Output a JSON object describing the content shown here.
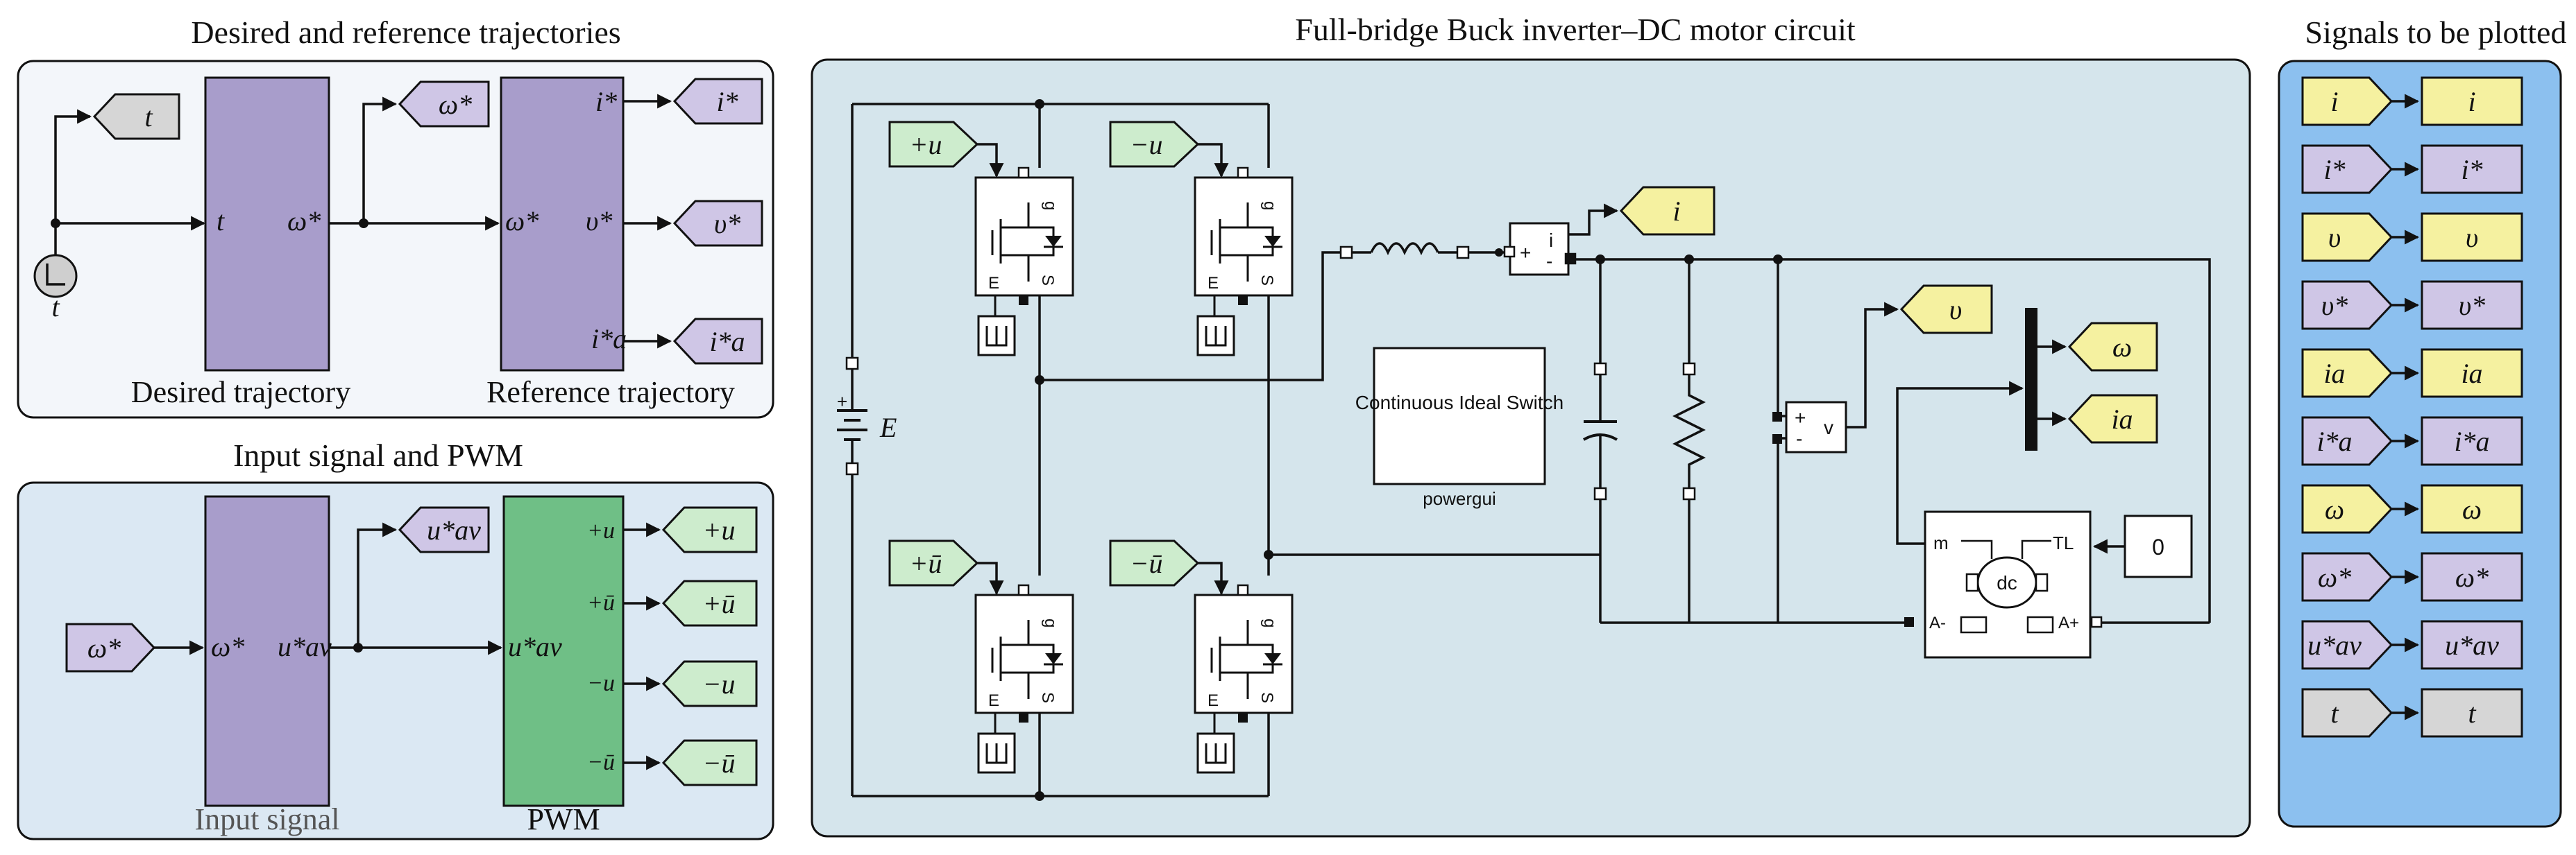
{
  "titles": {
    "top_left": "Desired and reference trajectories",
    "bottom_left": "Input signal and PWM",
    "center": "Full-bridge Buck inverter–DC motor circuit",
    "right": "Signals to be plotted"
  },
  "captions": {
    "desired": "Desired trajectory",
    "reference": "Reference trajectory",
    "input_signal": "Input signal",
    "pwm": "PWM",
    "powergui": "powergui"
  },
  "clock_label": "t",
  "desired_block": {
    "in": "t",
    "out": "ω*"
  },
  "reference_block": {
    "in": "ω*",
    "out1": "i*",
    "out2": "υ*",
    "out3": "i*a"
  },
  "tags_top": {
    "t": "t",
    "omega": "ω*",
    "i": "i*",
    "v": "υ*",
    "ia": "i*a"
  },
  "input_block": {
    "in": "ω*",
    "out": "u*av"
  },
  "pwm_block": {
    "in": "u*av",
    "out1": "+u",
    "out2": "+ū",
    "out3": "−u",
    "out4": "−ū"
  },
  "tags_bottom": {
    "omega_from": "ω*",
    "uav": "u*av",
    "p_u": "+u",
    "p_ubar": "+ū",
    "m_u": "−u",
    "m_ubar": "−ū"
  },
  "circuit": {
    "from_tags": {
      "q1": "+u",
      "q2": "−u",
      "q3": "+ū",
      "q4": "−ū"
    },
    "source_label": "E",
    "powergui_text": "Continuous Ideal Switch",
    "current_sensor": {
      "plus": "+",
      "minus": "-",
      "out": "i"
    },
    "voltage_sensor": {
      "plus": "+",
      "minus": "-",
      "out": "v"
    },
    "out_tags": {
      "i": "i",
      "v": "υ",
      "omega": "ω",
      "ia": "ia"
    },
    "motor": {
      "m": "m",
      "tl": "TL",
      "dc": "dc",
      "a_minus": "A-",
      "a_plus": "A+"
    },
    "const_value": "0",
    "mosfet_pins": {
      "g": "g",
      "s": "S",
      "e": "E"
    }
  },
  "plot_signals": [
    {
      "label": "i",
      "color": "#f5f1a0"
    },
    {
      "label": "i*",
      "color": "#cfc6e6"
    },
    {
      "label": "υ",
      "color": "#f5f1a0"
    },
    {
      "label": "υ*",
      "color": "#cfc6e6"
    },
    {
      "label": "ia",
      "color": "#f5f1a0"
    },
    {
      "label": "i*a",
      "color": "#cfc6e6"
    },
    {
      "label": "ω",
      "color": "#f5f1a0"
    },
    {
      "label": "ω*",
      "color": "#cfc6e6"
    },
    {
      "label": "u*av",
      "color": "#cfc6e6"
    },
    {
      "label": "t",
      "color": "#d6d6d6"
    }
  ],
  "colors": {
    "purple_block": "#a89dcb",
    "green_block": "#6fbf86",
    "purple_tag": "#cfc6e6",
    "green_tag": "#cdeccd",
    "yellow_tag": "#f5f1a0",
    "gray_tag": "#d6d6d6",
    "panel_top": "#f3f6fa",
    "panel_bottom": "#dbe8f3",
    "panel_center": "#d5e5ec",
    "panel_right": "#8cc0ef"
  }
}
